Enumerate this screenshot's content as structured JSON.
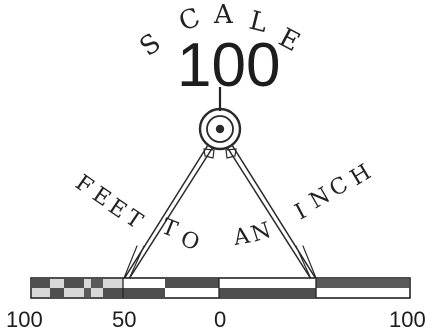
{
  "scale_graphic": {
    "top_arc_letters": [
      "S",
      "C",
      "A",
      "L",
      "E"
    ],
    "scale_number": "100",
    "left_phrase_letters": [
      "F",
      "E",
      "E",
      "T"
    ],
    "middle_phrase_letters": [
      "T",
      "O"
    ],
    "right_phrase_letters": [
      "A",
      "N"
    ],
    "far_right_phrase_letters": [
      "I",
      "N",
      "C",
      "H"
    ],
    "bar_labels": [
      "100",
      "50",
      "0",
      "100"
    ],
    "colors": {
      "ink": "#1f1f1f",
      "mid_gray": "#777777",
      "dark_gray": "#4f4f4f",
      "light_gray": "#d8d8d8",
      "background": "#ffffff"
    }
  }
}
